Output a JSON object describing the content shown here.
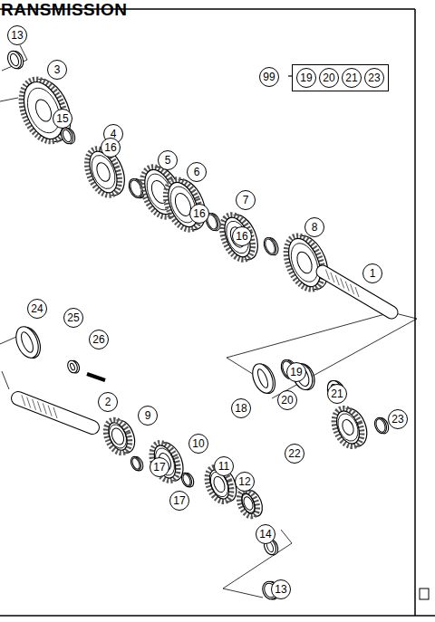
{
  "diagram": {
    "nodes": [
      {
        "text": [
          "19",
          "20",
          "21",
          "23"
        ]
      }
    ],
    "labels": [
      "RANSMISSION",
      "13",
      "3",
      "15",
      "4",
      "16",
      "5",
      "6",
      "16",
      "7",
      "16",
      "8",
      "1",
      "99",
      "24",
      "25",
      "26",
      "2",
      "9",
      "17",
      "10",
      "17",
      "11",
      "12",
      "14",
      "13",
      "18",
      "19",
      "20",
      "21",
      "22",
      "23"
    ]
  }
}
